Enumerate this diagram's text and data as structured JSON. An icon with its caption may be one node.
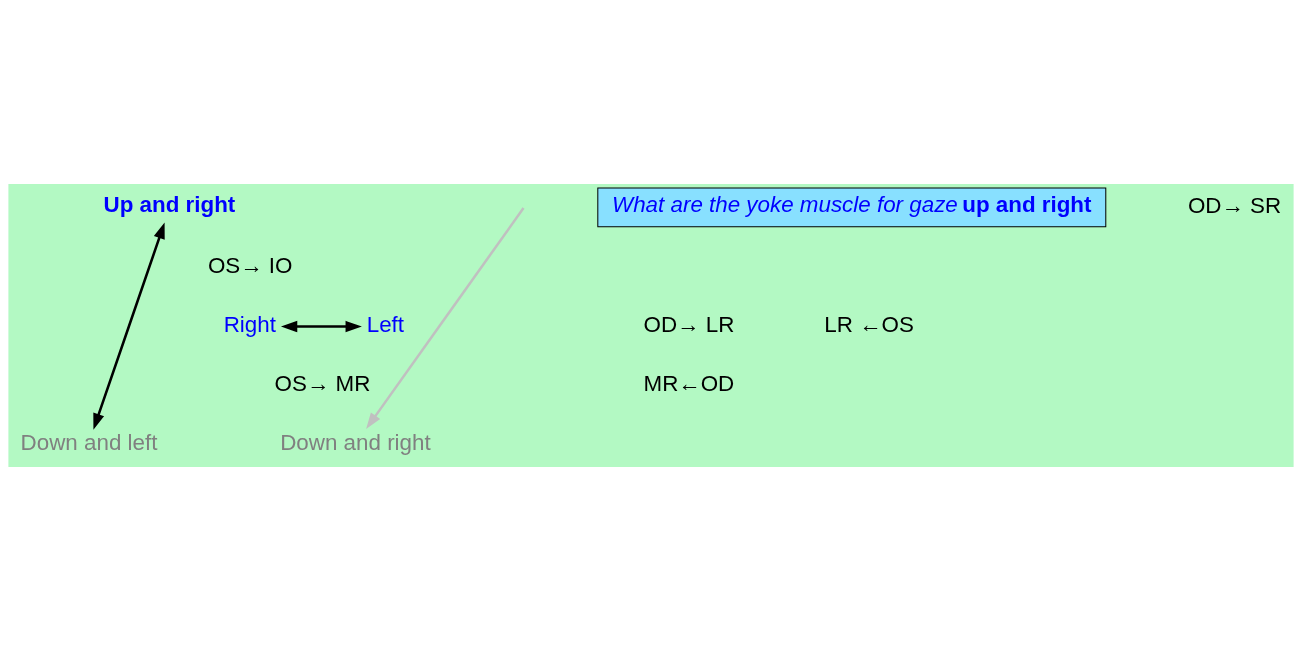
{
  "diagram": {
    "nodes": [
      {
        "text": [
          "Up and right"
        ]
      },
      {
        "text": [
          "What are the yoke muscle for gaze **up and right**"
        ]
      },
      {
        "text": [
          "Right"
        ]
      },
      {
        "text": [
          "Left"
        ]
      },
      {
        "text": [
          "Down and right"
        ]
      },
      {
        "text": [
          "Down and left"
        ]
      }
    ],
    "edges": [
      {
        "from": 5,
        "to": 0,
        "arrow": "both"
      },
      {
        "from": 2,
        "to": 3,
        "arrow": "both"
      },
      {
        "from": null,
        "to": 4,
        "arrow": "to",
        "color": "#c0c0c0"
      }
    ],
    "labels": [
      "OD→ SR",
      "OS→ IO",
      "OD→ LR",
      "OS→ MR",
      "LR ←OS",
      "MR←OD"
    ]
  }
}
